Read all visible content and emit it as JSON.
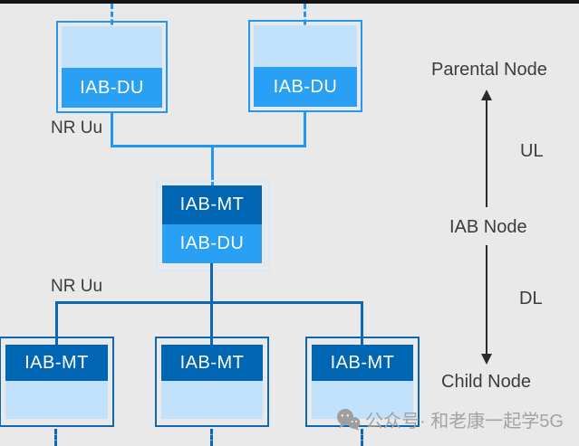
{
  "colors": {
    "bg": "#e9e9e9",
    "topbar": "#141414",
    "bright_blue": "#2196f3",
    "light_blue": "#c2e2fc",
    "dark_blue": "#0066b3",
    "band_blue": "#2aa0f4",
    "deep_blue": "#0d68b4",
    "pale_frame": "#d6e9fb",
    "text_dark": "#3c3c3c",
    "watermark_gray": "#a3a3a3",
    "arrow_black": "#2b2b2b"
  },
  "nodes": {
    "parents": [
      {
        "label": "IAB-DU"
      },
      {
        "label": "IAB-DU"
      }
    ],
    "iab": {
      "mt_label": "IAB-MT",
      "du_label": "IAB-DU"
    },
    "children": [
      {
        "label": "IAB-MT"
      },
      {
        "label": "IAB-MT"
      },
      {
        "label": "IAB-MT"
      }
    ]
  },
  "labels": {
    "nr_uu_top": "NR Uu",
    "nr_uu_bottom": "NR Uu",
    "parental_node": "Parental Node",
    "ul": "UL",
    "iab_node": "IAB Node",
    "dl": "DL",
    "child_node": "Child Node"
  },
  "watermark": {
    "icon": "wechat-icon",
    "text": "公众号· 和老康一起学5G"
  }
}
